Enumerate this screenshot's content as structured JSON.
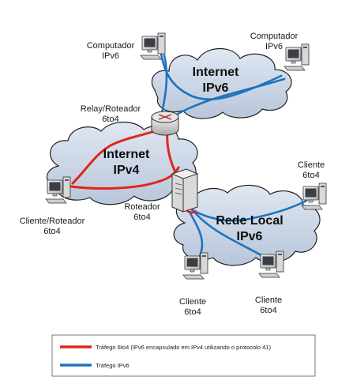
{
  "diagram": {
    "clouds": {
      "internet_ipv6": [
        "Internet",
        "IPv6"
      ],
      "internet_ipv4": [
        "Internet",
        "IPv4"
      ],
      "rede_local_ipv6": [
        "Rede Local",
        "IPv6"
      ]
    },
    "devices": {
      "computador_left": [
        "Computador",
        "IPv6"
      ],
      "computador_right": [
        "Computador",
        "IPv6"
      ],
      "relay": [
        "Relay/Roteador",
        "6to4"
      ],
      "cliente_roteador": [
        "Cliente/Roteador",
        "6to4"
      ],
      "roteador": [
        "Roteador",
        "6to4"
      ],
      "cliente_right": [
        "Cliente",
        "6to4"
      ],
      "cliente_bottom_left": [
        "Cliente",
        "6to4"
      ],
      "cliente_bottom_right": [
        "Cliente",
        "6to4"
      ]
    },
    "legend": {
      "items": [
        {
          "label": "Tráfego 6to4 (IPv6 encapsulado em IPv4 utilizando o protocolo 41)",
          "color": "#e3241b"
        },
        {
          "label": "Tráfego IPv6",
          "color": "#1e73be"
        }
      ]
    },
    "colors": {
      "cloud_fill": "#c9d4e4",
      "cloud_stroke": "#222222",
      "traffic_6to4": "#e3241b",
      "traffic_ipv6": "#1e73be"
    }
  }
}
